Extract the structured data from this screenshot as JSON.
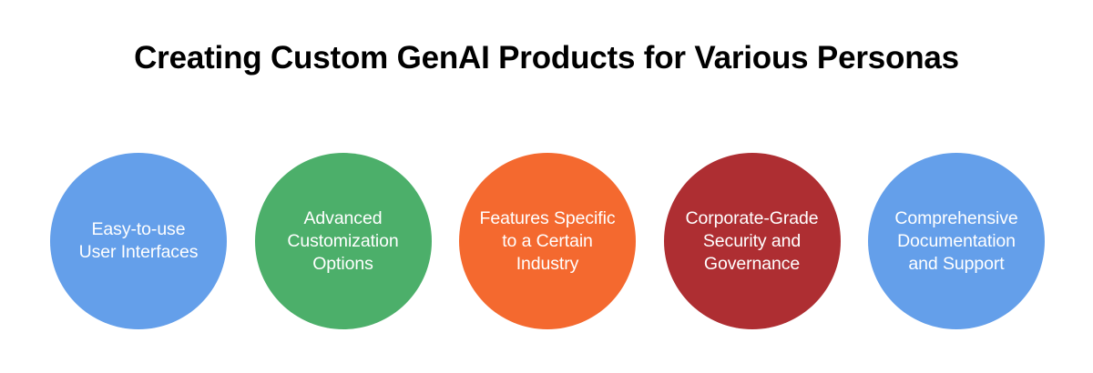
{
  "title": "Creating Custom GenAI Products for Various Personas",
  "background_color": "#ffffff",
  "title_color": "#000000",
  "label_color": "#ffffff",
  "circles": [
    {
      "label": "Easy-to-use\nUser Interfaces",
      "color": "#649FEA",
      "name": "easy-to-use-user-interfaces"
    },
    {
      "label": "Advanced\nCustomization\nOptions",
      "color": "#4CAF6A",
      "name": "advanced-customization-options"
    },
    {
      "label": "Features Specific\nto a Certain\nIndustry",
      "color": "#F4692F",
      "name": "features-specific-to-a-certain-industry"
    },
    {
      "label": "Corporate-Grade\nSecurity and\nGovernance",
      "color": "#AE2E32",
      "name": "corporate-grade-security-and-governance"
    },
    {
      "label": "Comprehensive\nDocumentation\nand Support",
      "color": "#649FEA",
      "name": "comprehensive-documentation-and-support"
    }
  ]
}
